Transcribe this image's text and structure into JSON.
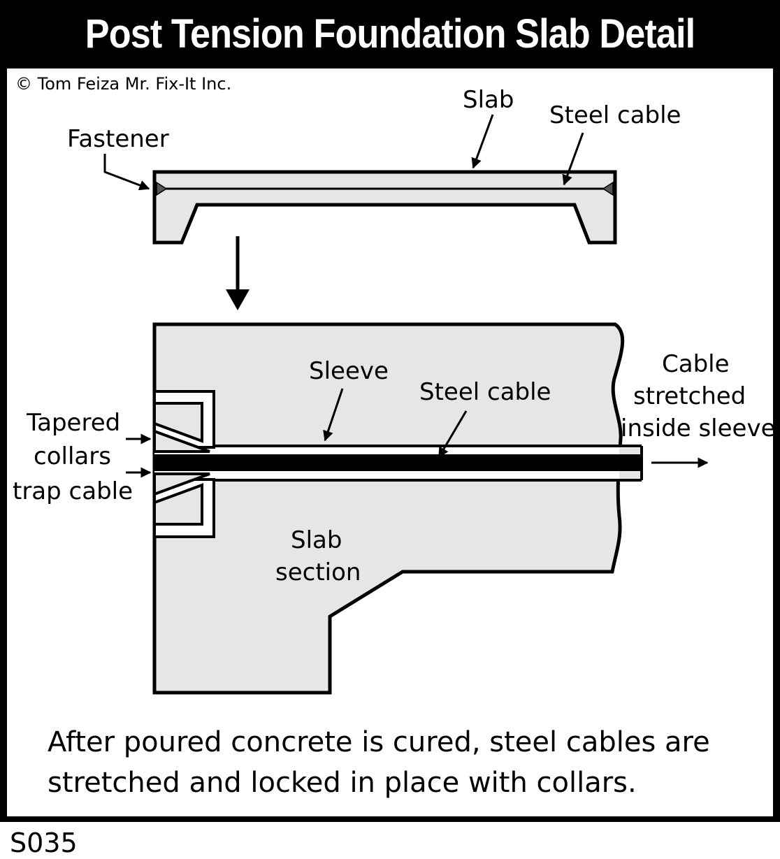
{
  "title": "Post Tension Foundation Slab Detail",
  "copyright": "© Tom Feiza Mr. Fix-It Inc.",
  "labels": {
    "slab": "Slab",
    "steel_cable_top": "Steel cable",
    "fastener": "Fastener",
    "sleeve": "Sleeve",
    "steel_cable_bottom": "Steel cable",
    "cable_stretched_1": "Cable",
    "cable_stretched_2": "stretched",
    "cable_stretched_3": "inside sleeve",
    "tapered_1": "Tapered",
    "tapered_2": "collars",
    "tapered_3": "trap cable",
    "slab_section_1": "Slab",
    "slab_section_2": "section"
  },
  "caption": {
    "line1": "After poured concrete is cured, steel cables are",
    "line2": "stretched and locked in place with collars."
  },
  "code": "S035",
  "colors": {
    "frame": "#000000",
    "slab_fill": "#e6e6e6",
    "line": "#000000"
  }
}
